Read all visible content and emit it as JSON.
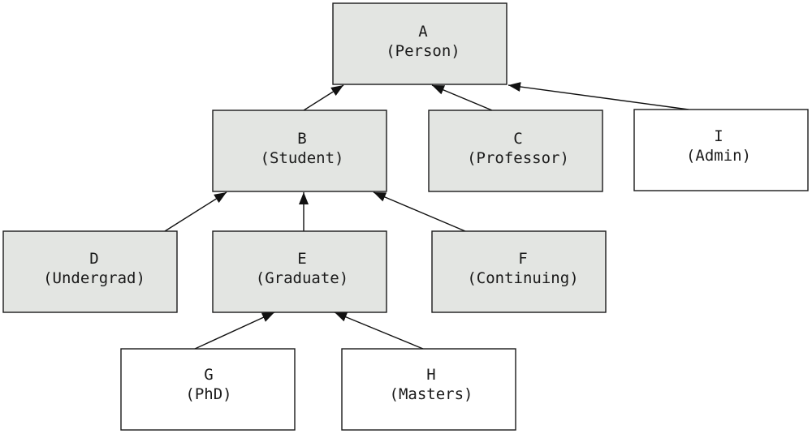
{
  "colors": {
    "shaded_fill": "#e3e5e2",
    "plain_fill": "#ffffff",
    "stroke": "#1a1a1a"
  },
  "nodes": {
    "A": {
      "letter": "A",
      "name": "(Person)",
      "shaded": true
    },
    "B": {
      "letter": "B",
      "name": "(Student)",
      "shaded": true
    },
    "C": {
      "letter": "C",
      "name": "(Professor)",
      "shaded": true
    },
    "I": {
      "letter": "I",
      "name": "(Admin)",
      "shaded": false
    },
    "D": {
      "letter": "D",
      "name": "(Undergrad)",
      "shaded": true
    },
    "E": {
      "letter": "E",
      "name": "(Graduate)",
      "shaded": true
    },
    "F": {
      "letter": "F",
      "name": "(Continuing)",
      "shaded": true
    },
    "G": {
      "letter": "G",
      "name": "(PhD)",
      "shaded": false
    },
    "H": {
      "letter": "H",
      "name": "(Masters)",
      "shaded": false
    }
  },
  "edges": [
    {
      "from": "B",
      "to": "A"
    },
    {
      "from": "C",
      "to": "A"
    },
    {
      "from": "I",
      "to": "A"
    },
    {
      "from": "D",
      "to": "B"
    },
    {
      "from": "E",
      "to": "B"
    },
    {
      "from": "F",
      "to": "B"
    },
    {
      "from": "G",
      "to": "E"
    },
    {
      "from": "H",
      "to": "E"
    }
  ]
}
